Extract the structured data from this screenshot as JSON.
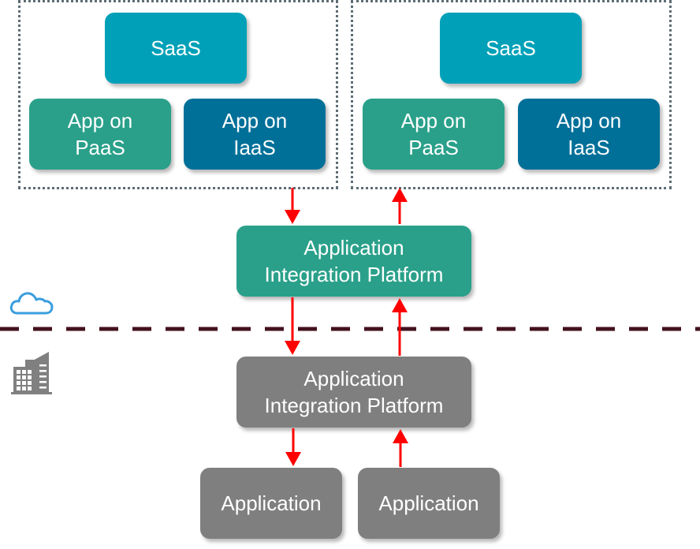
{
  "left_cloud_group": {
    "saas": "SaaS",
    "paas": "App on\nPaaS",
    "iaas": "App on\nIaaS"
  },
  "right_cloud_group": {
    "saas": "SaaS",
    "paas": "App on\nPaaS",
    "iaas": "App on\nIaaS"
  },
  "cloud_platform": "Application\nIntegration Platform",
  "onprem_platform": "Application\nIntegration Platform",
  "applications": [
    "Application",
    "Application"
  ],
  "icons": {
    "cloud": "cloud-icon",
    "building": "building-icon"
  },
  "colors": {
    "saas": "#00a1b8",
    "paas": "#2aa08a",
    "iaas": "#017099",
    "onprem": "#7f7f7f",
    "arrow": "#ff0000",
    "boundary": "#44111e",
    "cloud_icon": "#3a9ede"
  }
}
